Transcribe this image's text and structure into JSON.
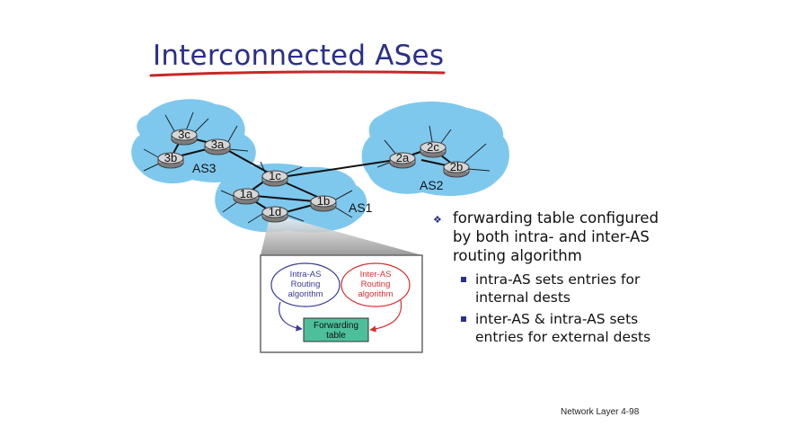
{
  "title": "Interconnected ASes",
  "colors": {
    "title": "#2b2f8a",
    "underline": "#c62828",
    "cloud": "#7ec8ee",
    "router": "#cfcfcf",
    "intra_border": "#3a3a9a",
    "inter_border": "#d32f2f",
    "forwarding_fill": "#4dbf9a"
  },
  "network": {
    "as_labels": [
      "AS3",
      "AS2",
      "AS1"
    ],
    "routers": [
      "3c",
      "3a",
      "3b",
      "2c",
      "2a",
      "2b",
      "1c",
      "1a",
      "1b",
      "1d"
    ]
  },
  "zoom": {
    "intra": [
      "Intra-AS",
      "Routing",
      "algorithm"
    ],
    "inter": [
      "Inter-AS",
      "Routing",
      "algorithm"
    ],
    "forwarding": [
      "Forwarding",
      "table"
    ]
  },
  "bullets": {
    "main": "forwarding table configured by both intra- and inter-AS routing algorithm",
    "sub": [
      "intra-AS sets entries for internal dests",
      "inter-AS & intra-AS sets entries for external dests"
    ]
  },
  "footer": "Network Layer  4-98",
  "icons": {
    "main_bullet": "diamond-bullet-icon",
    "sub_bullet": "square-bullet-icon"
  }
}
